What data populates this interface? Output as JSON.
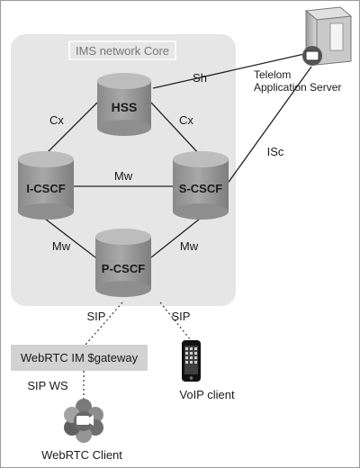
{
  "core": {
    "title": "IMS network Core"
  },
  "nodes": {
    "hss": "HSS",
    "icscf": "I-CSCF",
    "scscf": "S-CSCF",
    "pcscf": "P-CSCF"
  },
  "links": {
    "cx_left": "Cx",
    "cx_right": "Cx",
    "mw_top": "Mw",
    "mw_left": "Mw",
    "mw_right": "Mw",
    "sh": "Sh",
    "isc": "ISc",
    "sip_left": "SIP",
    "sip_right": "SIP",
    "sip_ws": "SIP WS"
  },
  "app_server": {
    "line1": "Telelom",
    "line2": "Application Server"
  },
  "gateway": {
    "label": "WebRTC IM $gateway"
  },
  "voip": {
    "label": "VoIP client"
  },
  "webrtc_client": {
    "label": "WebRTC Client"
  },
  "colors": {
    "core_fill": "#e6e6e6",
    "cylinder_fill": "#9a9a9a",
    "cylinder_top": "#bdbdbd",
    "gateway_fill": "#d2d2d2",
    "line": "#222222",
    "frame": "#9a9a9a"
  },
  "icons": {
    "server": "server-icon",
    "phone": "phone-icon",
    "webrtc": "webrtc-icon"
  }
}
